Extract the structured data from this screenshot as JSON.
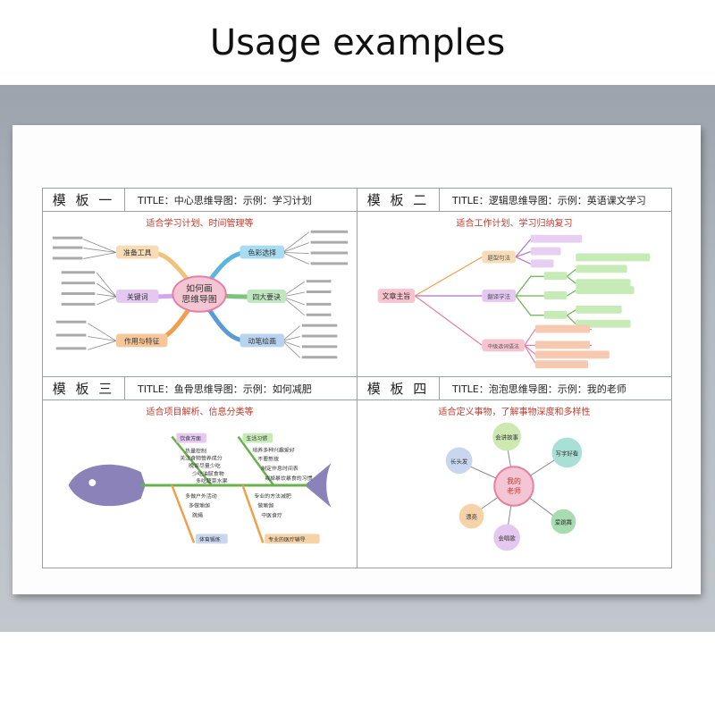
{
  "heading": "Usage examples",
  "panels": [
    {
      "tag": "模 板 一",
      "title": "TITLE：中心思维导图：示例：学习计划",
      "subtitle": "适合学习计划、时间管理等",
      "center": [
        "如何画",
        "思维导图"
      ],
      "nodes": [
        "准备工具",
        "关键词",
        "作用与特征",
        "色彩选择",
        "四大要诀",
        "动笔绘画"
      ]
    },
    {
      "tag": "模 板 二",
      "title": "TITLE：逻辑思维导图：示例：英语课文学习",
      "subtitle": "适合工作计划、学习归纳复习",
      "root": "文章主旨",
      "branches": [
        "题型句法",
        "翻译学法",
        "中级选词语法"
      ]
    },
    {
      "tag": "模 板 三",
      "title": "TITLE：鱼骨思维导图：示例：如何减肥",
      "subtitle": "适合项目解析、信息分类等",
      "bones_top": [
        "饮食方面",
        "生活习惯"
      ],
      "items_top_left": [
        "热量控制",
        "关注食物营养成分",
        "晚饭尽量少吃",
        "少吃油腻食物",
        "多吃蔬菜水果"
      ],
      "items_top_right": [
        "培养多种兴趣爱好",
        "不要熬夜",
        "制定作息时间表",
        "戒掉暴饮暴食的习惯"
      ],
      "items_bottom_left": [
        "多做户外活动",
        "多做瑜伽",
        "跳绳",
        "体育锻炼"
      ],
      "items_bottom_right": [
        "专业的方法减肥",
        "做瑜伽",
        "中医食疗",
        "专业的医疗辅导"
      ]
    },
    {
      "tag": "模 板 四",
      "title": "TITLE：泡泡思维导图：示例：我的老师",
      "subtitle": "适合定义事物，了解事物深度和多样性",
      "center": [
        "我的",
        "老师"
      ],
      "bubbles": [
        "会讲故事",
        "写字好看",
        "长头发",
        "漂亮",
        "会唱歌",
        "爱跳舞"
      ]
    }
  ],
  "colors": {
    "wall": "#b3b9c1",
    "fish_body": "#8a82b8",
    "bone": "#6ab04c",
    "orange": "#f0a04b",
    "purple": "#b072c8",
    "pink": "#e57fa5",
    "blue": "#5bb5e0",
    "green": "#7cc47c",
    "teal": "#5dbfb0"
  }
}
